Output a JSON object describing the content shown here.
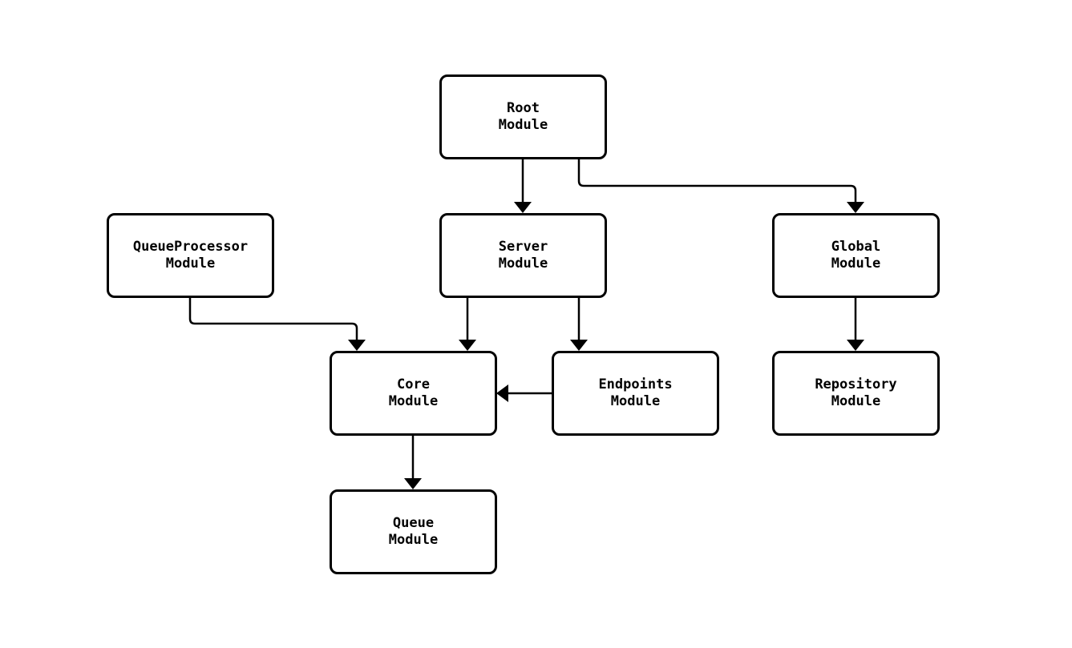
{
  "diagram": {
    "type": "flowchart",
    "direction": "top-down",
    "nodes": [
      {
        "id": "root",
        "label": "Root\nModule"
      },
      {
        "id": "queueprocessor",
        "label": "QueueProcessor\nModule"
      },
      {
        "id": "server",
        "label": "Server\nModule"
      },
      {
        "id": "global",
        "label": "Global\nModule"
      },
      {
        "id": "core",
        "label": "Core\nModule"
      },
      {
        "id": "endpoints",
        "label": "Endpoints\nModule"
      },
      {
        "id": "repository",
        "label": "Repository\nModule"
      },
      {
        "id": "queue",
        "label": "Queue\nModule"
      }
    ],
    "edges": [
      {
        "from": "root",
        "to": "server"
      },
      {
        "from": "root",
        "to": "global"
      },
      {
        "from": "queueprocessor",
        "to": "core"
      },
      {
        "from": "server",
        "to": "core"
      },
      {
        "from": "server",
        "to": "endpoints"
      },
      {
        "from": "endpoints",
        "to": "core"
      },
      {
        "from": "core",
        "to": "queue"
      },
      {
        "from": "global",
        "to": "repository"
      }
    ],
    "colors": {
      "background": "#ffffff",
      "node_fill": "#ffffff",
      "node_border": "#000000",
      "edge": "#000000",
      "text": "#000000"
    }
  }
}
